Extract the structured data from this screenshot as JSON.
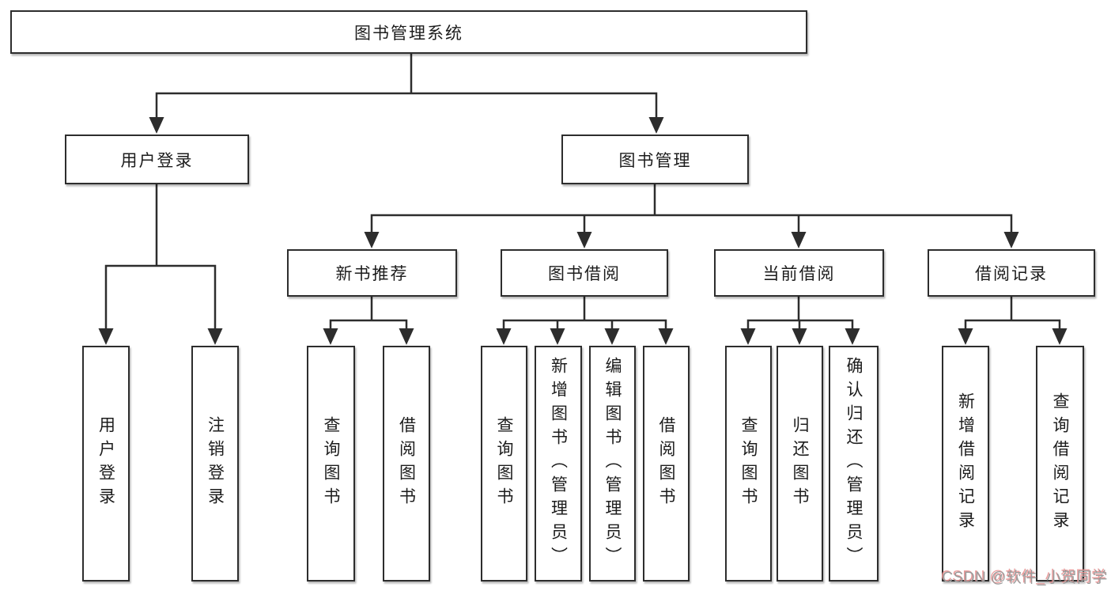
{
  "diagram": {
    "root": {
      "label": "图书管理系统"
    },
    "level2": [
      {
        "label": "用户登录"
      },
      {
        "label": "图书管理"
      }
    ],
    "level3": [
      {
        "label": "新书推荐"
      },
      {
        "label": "图书借阅"
      },
      {
        "label": "当前借阅"
      },
      {
        "label": "借阅记录"
      }
    ],
    "leaves": [
      {
        "label": "用户登录"
      },
      {
        "label": "注销登录"
      },
      {
        "label": "查询图书"
      },
      {
        "label": "借阅图书"
      },
      {
        "label": "查询图书"
      },
      {
        "label": "新增图书（管理员）"
      },
      {
        "label": "编辑图书（管理员）"
      },
      {
        "label": "借阅图书"
      },
      {
        "label": "查询图书"
      },
      {
        "label": "归还图书"
      },
      {
        "label": "确认归还（管理员）"
      },
      {
        "label": "新增借阅记录"
      },
      {
        "label": "查询借阅记录"
      }
    ]
  },
  "watermark": {
    "text": "CSDN @软件_小贺同学"
  },
  "colors": {
    "line": "#2d2d2d",
    "box_border": "#2d2d2d",
    "text": "#1c1c1c",
    "background": "#ffffff",
    "watermark_text": "#9b9b9b",
    "watermark_shadow": "#e89090"
  }
}
